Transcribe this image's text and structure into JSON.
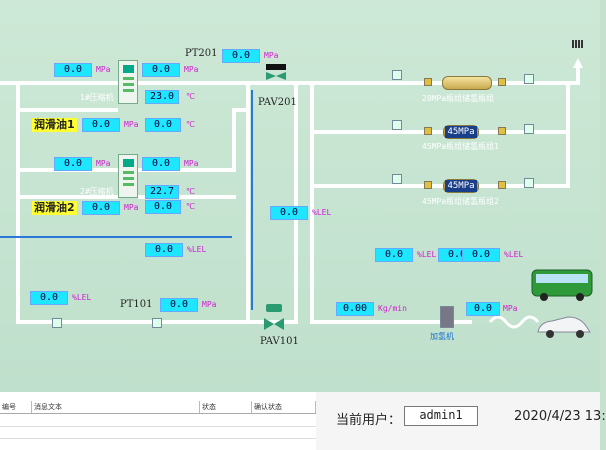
{
  "tags": {
    "pt201": "PT201",
    "pav201": "PAV201",
    "pt101": "PT101",
    "pav101": "PAV101"
  },
  "compressors": {
    "c1": "1#压缩机",
    "c2": "2#压缩机"
  },
  "oil": {
    "oil1": "润滑油1",
    "oil2": "润滑油2"
  },
  "storage": {
    "s20": "20MPa瓶组储氢瓶组",
    "s45_1": "45MPa瓶组储氢瓶组1",
    "s45_2": "45MPa瓶组储氢瓶组2",
    "tank_label": "45MPa"
  },
  "dispenser_label": "加氢机",
  "units": {
    "mpa": "MPa",
    "c": "℃",
    "lel": "%LEL",
    "kgmin": "Kg/min"
  },
  "values": {
    "pt201": "0.0",
    "c1_in": "0.0",
    "c1_out": "0.0",
    "c1_temp": "23.0",
    "oil1_p": "0.0",
    "oil1_t": "0.0",
    "c2_in": "0.0",
    "c2_out": "0.0",
    "c2_temp": "22.7",
    "oil2_p": "0.0",
    "oil2_t": "0.0",
    "lel_mid": "0.0",
    "lel_left": "0.0",
    "lel_mid2": "0.0",
    "pt101": "0.0",
    "lel_r1": "0.0",
    "lel_r2": "0.0",
    "lel_r3": "0.0",
    "flow": "0.00",
    "disp_p": "0.0"
  },
  "alarm_table": {
    "columns": [
      "编号",
      "消息文本",
      "状态",
      "确认状态"
    ]
  },
  "user": {
    "label": "当前用户：",
    "name": "admin1",
    "datetime": "2020/4/23 13:"
  },
  "colors": {
    "pipe": "#ffffff",
    "pipe_blue": "#2b78d8",
    "display_bg": "#1ee6ff",
    "unit_text": "#d21cd2"
  }
}
